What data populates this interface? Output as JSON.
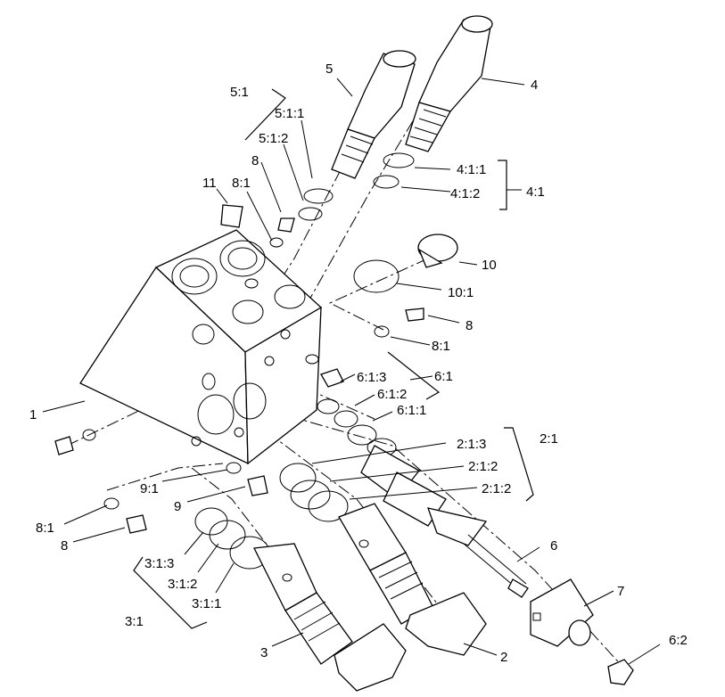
{
  "diagram": {
    "labels": {
      "l1": "1",
      "l2": "2",
      "l21": "2:1",
      "l212a": "2:1:2",
      "l212b": "2:1:2",
      "l213": "2:1:3",
      "l3": "3",
      "l31": "3:1",
      "l311": "3:1:1",
      "l312": "3:1:2",
      "l313": "3:1:3",
      "l4": "4",
      "l41": "4:1",
      "l411": "4:1:1",
      "l412": "4:1:2",
      "l5": "5",
      "l51": "5:1",
      "l511": "5:1:1",
      "l512": "5:1:2",
      "l6": "6",
      "l61": "6:1",
      "l611": "6:1:1",
      "l612": "6:1:2",
      "l613": "6:1:3",
      "l62": "6:2",
      "l7": "7",
      "l8a": "8",
      "l8b": "8",
      "l8c": "8",
      "l81a": "8:1",
      "l81b": "8:1",
      "l81c": "8:1",
      "l9": "9",
      "l91": "9:1",
      "l10": "10",
      "l101": "10:1",
      "l11": "11"
    }
  }
}
